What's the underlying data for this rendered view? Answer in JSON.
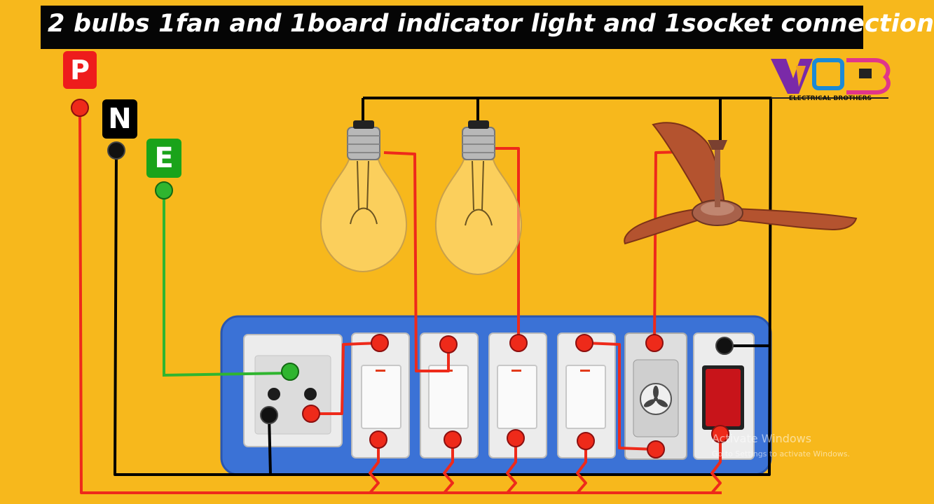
{
  "title": "2 bulbs 1fan and 1board indicator light and 1socket connection",
  "terminals": {
    "phase": "P",
    "neutral": "N",
    "earth": "E"
  },
  "logo": {
    "mark": "VEB",
    "caption": "ELECTRICAL BROTHERS"
  },
  "watermark": {
    "line1": "Activate Windows",
    "line2": "Go to Settings to activate Windows."
  },
  "colors": {
    "background": "#f7b81c",
    "phase_wire": "#ee2a1a",
    "neutral_wire": "#000000",
    "earth_wire": "#2fb52f",
    "board": "#3b72d6",
    "indicator": "#c8141a"
  },
  "components": {
    "bulbs": [
      "bulb-1",
      "bulb-2"
    ],
    "fan": "ceiling-fan",
    "switches": [
      "socket-switch",
      "bulb-1-switch",
      "bulb-2-switch",
      "fan-switch"
    ],
    "regulator": "fan-regulator",
    "socket": "3-pin-socket",
    "indicator": "indicator-light"
  }
}
